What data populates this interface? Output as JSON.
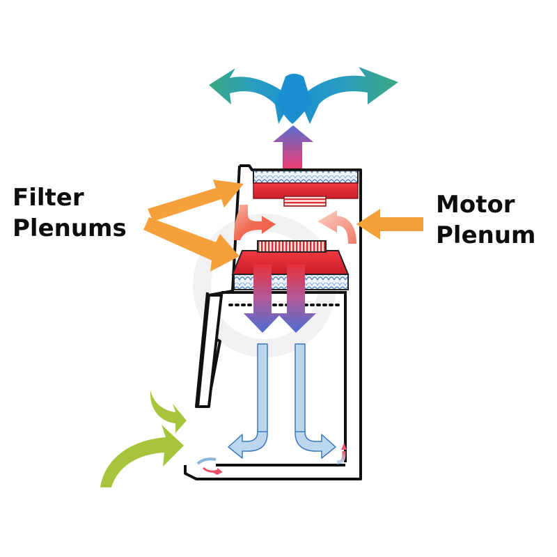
{
  "diagram": {
    "title": "Biosafety cabinet airflow diagram",
    "labels": {
      "filter_plenums": [
        "Filter",
        "Plenums"
      ],
      "motor_plenum": [
        "Motor",
        "Plenum"
      ]
    },
    "components": [
      "exhaust-hepa-filter",
      "exhaust-filter-plenum",
      "supply-hepa-filter",
      "supply-filter-plenum",
      "motor-plenum",
      "blower-motor",
      "work-surface-grille",
      "sash"
    ],
    "colors": {
      "callout_arrow": "#f5a03a",
      "plenum_red": "#e0202c",
      "exhaust_teal": "#3aa88a",
      "exhaust_blue": "#1a8fd0",
      "downflow_blue": "#bcd6ee",
      "room_air_green": "#a8c43a",
      "outline": "#111111"
    }
  }
}
